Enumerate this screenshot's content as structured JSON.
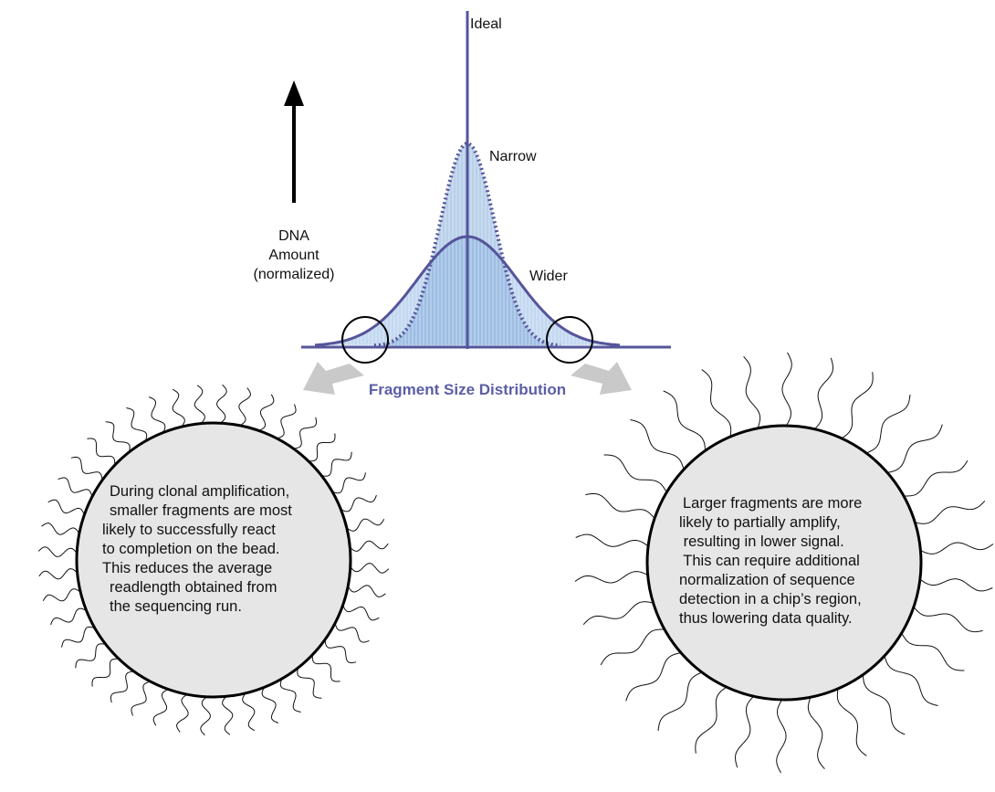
{
  "colors": {
    "curve": "#55559a",
    "fill_wide": "#a8c8ea",
    "fill_narrow": "#7fa9d8",
    "arrow_gray": "#c9c9c9",
    "bead_fill": "#e6e6e6",
    "title_blue": "#5b5ea6"
  },
  "labels": {
    "ideal": "Ideal",
    "narrow": "Narrow",
    "wider": "Wider",
    "y_axis": [
      "DNA",
      "Amount",
      "(normalized)"
    ],
    "x_title": "Fragment Size Distribution"
  },
  "beads": {
    "left": {
      "lines": [
        "During clonal amplification,",
        "smaller fragments are most",
        "likely to successfully react",
        "to completion on the bead.",
        "This reduces the average",
        "readlength obtained from",
        "the sequencing run."
      ]
    },
    "right": {
      "lines": [
        "Larger fragments are more",
        "likely to partially amplify,",
        " resulting in lower signal.",
        " This can require additional",
        "normalization of sequence",
        "detection in a chip’s region,",
        "thus lowering data quality."
      ]
    }
  },
  "icons": [
    "up-arrow-icon",
    "circle-marker-icon",
    "gray-arrow-icon"
  ]
}
